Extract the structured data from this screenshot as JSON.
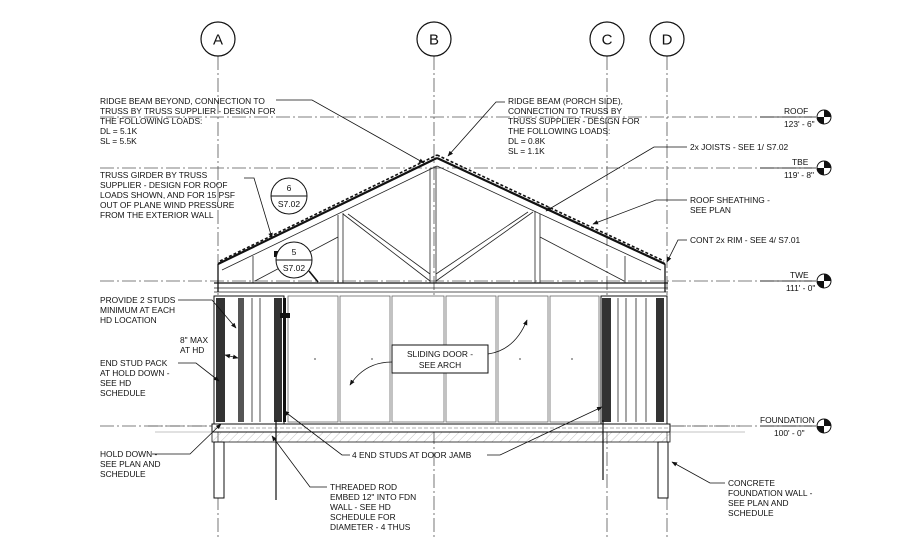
{
  "grid_labels": [
    "A",
    "B",
    "C",
    "D"
  ],
  "levels": [
    {
      "name": "ROOF",
      "value": "123' - 6\""
    },
    {
      "name": "TBE",
      "value": "119' - 8\""
    },
    {
      "name": "TWE",
      "value": "111' - 0\""
    },
    {
      "name": "FOUNDATION",
      "value": "100' - 0\""
    }
  ],
  "notes": {
    "ridge_beyond": [
      "RIDGE BEAM BEYOND, CONNECTION TO",
      "TRUSS BY TRUSS SUPPLIER - DESIGN FOR",
      "THE FOLLOWING LOADS:",
      "DL = 5.1K",
      "SL = 5.5K"
    ],
    "ridge_porch": [
      "RIDGE BEAM (PORCH SIDE),",
      "CONNECTION TO TRUSS BY",
      "TRUSS SUPPLIER - DESIGN FOR",
      "THE FOLLOWING LOADS:",
      "DL = 0.8K",
      "SL = 1.1K"
    ],
    "joists": [
      "2x JOISTS - SEE 1/ S7.02"
    ],
    "truss_girder": [
      "TRUSS GIRDER BY TRUSS",
      "SUPPLIER - DESIGN FOR ROOF",
      "LOADS SHOWN, AND FOR 15 PSF",
      "OUT OF PLANE WIND PRESSURE",
      "FROM THE EXTERIOR WALL"
    ],
    "sheathing": [
      "ROOF SHEATHING -",
      "SEE PLAN"
    ],
    "rim": [
      "CONT 2x RIM - SEE 4/ S7.01"
    ],
    "studs": [
      "PROVIDE 2 STUDS",
      "MINIMUM AT EACH",
      "HD LOCATION"
    ],
    "max_hd": [
      "8\" MAX",
      "AT HD"
    ],
    "stud_pack": [
      "END STUD PACK",
      "AT HOLD DOWN -",
      "SEE HD",
      "SCHEDULE"
    ],
    "sliding_door": [
      "SLIDING DOOR -",
      "SEE ARCH"
    ],
    "hold_down": [
      "HOLD DOWN -",
      "SEE PLAN AND",
      "SCHEDULE"
    ],
    "end_studs": [
      "4 END STUDS AT DOOR JAMB"
    ],
    "threaded_rod": [
      "THREADED ROD",
      "EMBED 12\" INTO FDN",
      "WALL - SEE HD",
      "SCHEDULE FOR",
      "DIAMETER - 4 THUS"
    ],
    "concrete_wall": [
      "CONCRETE",
      "FOUNDATION WALL -",
      "SEE PLAN AND",
      "SCHEDULE"
    ]
  },
  "section_tags": [
    {
      "number": "6",
      "sheet": "S7.02"
    },
    {
      "number": "5",
      "sheet": "S7.02"
    }
  ]
}
